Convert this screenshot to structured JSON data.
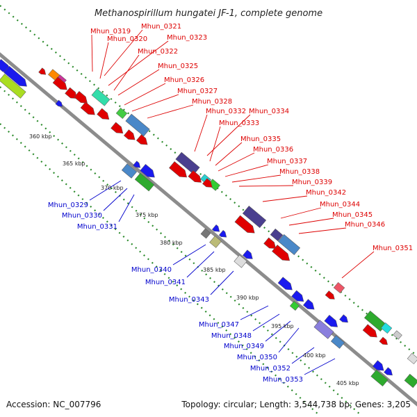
{
  "title": "Methanospirillum hungatei JF-1, complete genome",
  "footer": {
    "accession": "Accession: NC_007796",
    "topology": "Topology: circular; Length: 3,544,738 bp; Genes: 3,205"
  },
  "colors": {
    "forward_label": "#dd0000",
    "reverse_label": "#0000cc",
    "backbone": "#8c8c8c",
    "dotted_track": "#2a8a2a"
  },
  "ticks": [
    "360 kbp",
    "365 kbp",
    "370 kbp",
    "375 kbp",
    "380 kbp",
    "385 kbp",
    "390 kbp",
    "395 kbp",
    "400 kbp",
    "405 kbp"
  ],
  "forward_labels": [
    "Mhun_0319",
    "Mhun_0321",
    "Mhun_0320",
    "Mhun_0323",
    "Mhun_0322",
    "Mhun_0325",
    "Mhun_0326",
    "Mhun_0327",
    "Mhun_0328",
    "Mhun_0332",
    "Mhun_0334",
    "Mhun_0333",
    "Mhun_0335",
    "Mhun_0336",
    "Mhun_0337",
    "Mhun_0338",
    "Mhun_0339",
    "Mhun_0342",
    "Mhun_0344",
    "Mhun_0345",
    "Mhun_0346",
    "Mhun_0351"
  ],
  "reverse_labels": [
    "Mhun_0329",
    "Mhun_0330",
    "Mhun_0331",
    "Mhun_0340",
    "Mhun_0341",
    "Mhun_0343",
    "Mhun_0347",
    "Mhun_0348",
    "Mhun_0349",
    "Mhun_0350",
    "Mhun_0352",
    "Mhun_0353"
  ]
}
